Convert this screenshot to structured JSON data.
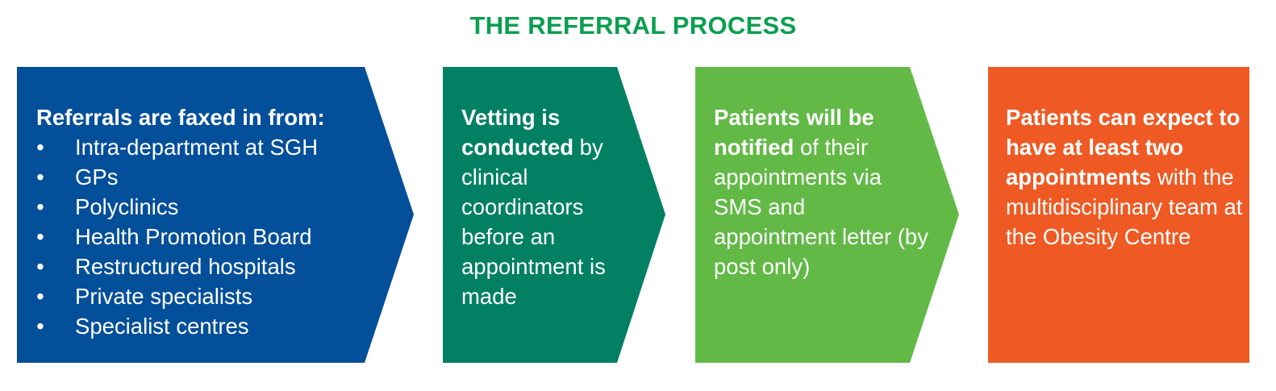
{
  "title": "THE REFERRAL PROCESS",
  "colors": {
    "title": "#0a9f4f",
    "step1": "#034f9a",
    "step2": "#028063",
    "step3": "#62b946",
    "step4": "#ef5a24"
  },
  "steps": [
    {
      "heading": "Referrals are faxed in from:",
      "sources": [
        "Intra-department at SGH",
        "GPs",
        "Polyclinics",
        "Health Promotion Board",
        "Restructured hospitals",
        "Private specialists",
        "Specialist centres"
      ]
    },
    {
      "bold": "Vetting is conducted",
      "rest": "by clinical coordinators before an appointment is made"
    },
    {
      "bold": "Patients will be notified",
      "rest": "of their appointments via SMS and appointment letter (by post only)"
    },
    {
      "bold": "Patients can expect to have at least two appointments",
      "rest": "with the multidisciplinary team at the Obesity Centre"
    }
  ],
  "bullet": "•"
}
